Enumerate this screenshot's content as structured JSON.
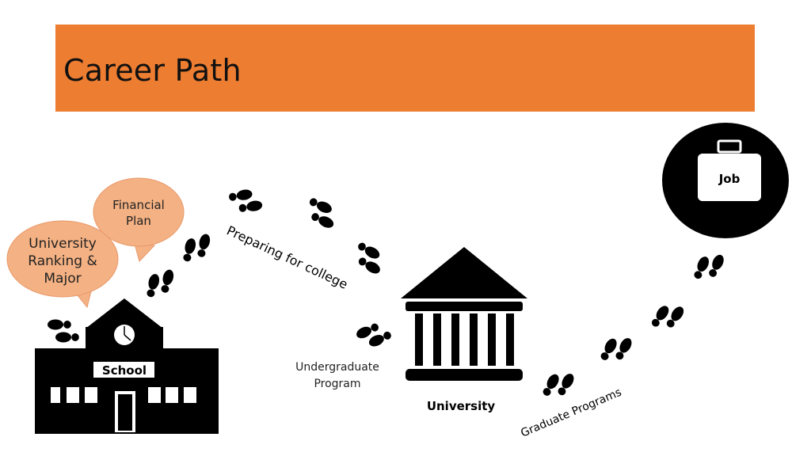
{
  "title": "Career Path",
  "labels": {
    "school": "School",
    "university": "University",
    "job": "Job",
    "financial_plan_line1": "Financial",
    "financial_plan_line2": "Plan",
    "ranking_line1": "University",
    "ranking_line2": "Ranking &",
    "ranking_line3": "Major",
    "preparing": "Preparing for college",
    "undergrad_line1": "Undergraduate",
    "undergrad_line2": "Program",
    "graduate": "Graduate Programs"
  },
  "colors": {
    "banner": "#ED7D31",
    "bubble_fill": "#F4B183",
    "bubble_stroke": "#E8996A",
    "ink": "#000000"
  },
  "icons": [
    "school-building-icon",
    "clock-icon",
    "university-building-icon",
    "briefcase-icon",
    "footprint-icon"
  ]
}
